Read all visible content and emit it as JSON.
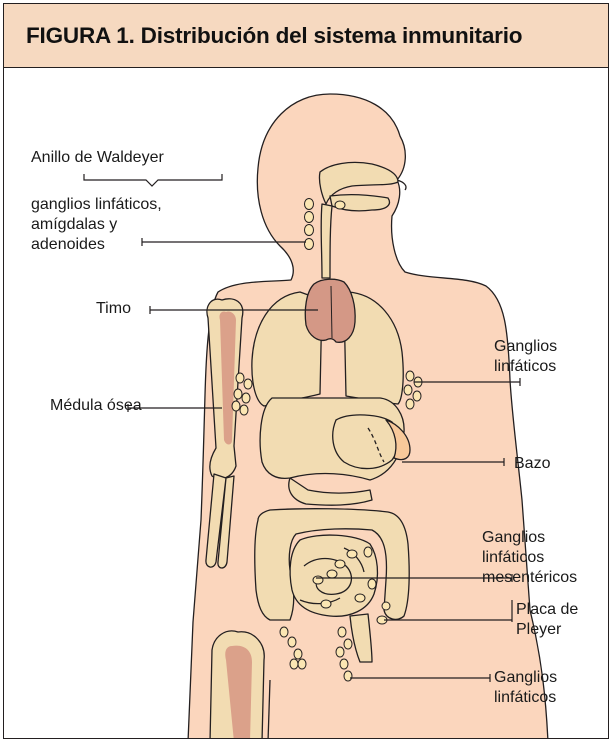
{
  "title": "FIGURA 1. Distribución del sistema inmunitario",
  "labels": {
    "waldeyer_title": "Anillo de Waldeyer",
    "waldeyer_line1": "ganglios linfáticos,",
    "waldeyer_line2": "amígdalas y",
    "waldeyer_line3": "adenoides",
    "timo": "Timo",
    "medula": "Médula ósea",
    "ganglios_axilares_1": "Ganglios",
    "ganglios_axilares_2": "linfáticos",
    "bazo": "Bazo",
    "mesentericos_1": "Ganglios",
    "mesentericos_2": "linfáticos",
    "mesentericos_3": "mesentéricos",
    "placa_1": "Placa de",
    "placa_2": "Pleyer",
    "inguinales_1": "Ganglios",
    "inguinales_2": "linfáticos"
  },
  "colors": {
    "header_bg": "#f6d9c0",
    "skin": "#fbd6bd",
    "organ": "#f2dcb2",
    "thymus": "#d49886",
    "bone_marrow": "#dba18a",
    "spleen": "#f8c99a",
    "node": "#fbe6b3",
    "outline": "#231f20"
  }
}
